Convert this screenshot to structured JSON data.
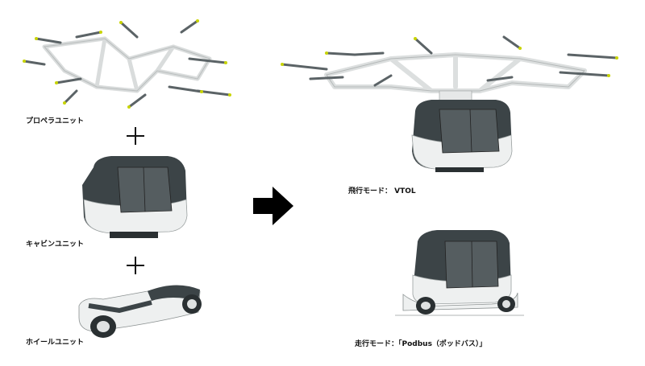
{
  "labels": {
    "propeller_unit": "プロペラユニット",
    "cabin_unit": "キャビンユニット",
    "wheel_unit": "ホイールユニット",
    "flight_mode": "飛行モード： VTOL",
    "drive_mode": "走行モード：「Podbus（ポッドバス）」"
  },
  "colors": {
    "cabin_dark": "#3c4447",
    "cabin_white": "#eef0f0",
    "frame": "#e4e6e6",
    "prop_tip": "#c8d400",
    "arrow": "#000000"
  },
  "icons": [
    "plus-icon",
    "arrow-right-icon"
  ]
}
